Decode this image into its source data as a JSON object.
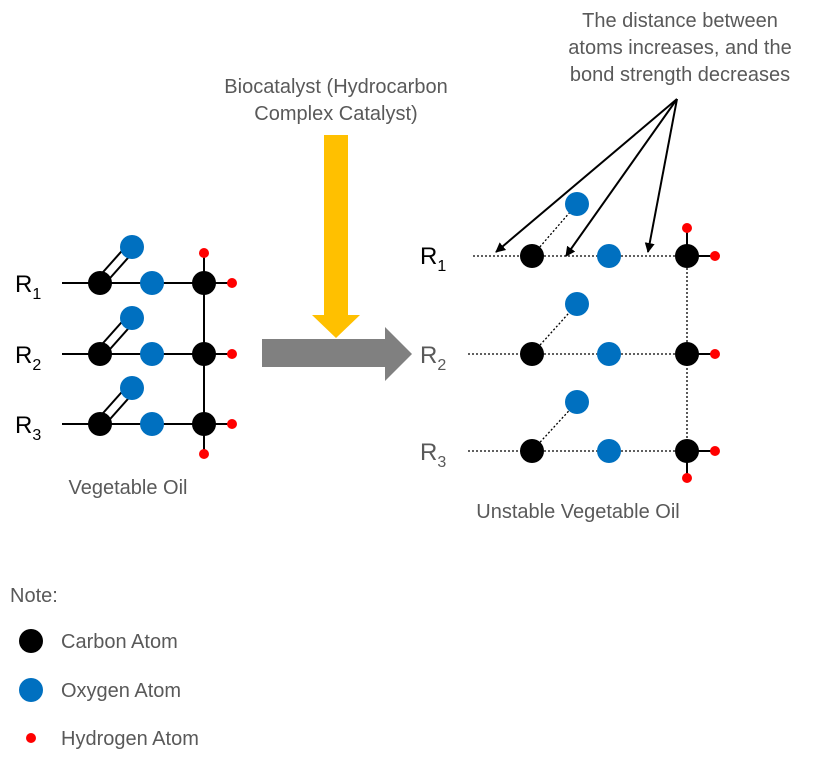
{
  "catalyst": {
    "line1": "Biocatalyst (Hydrocarbon",
    "line2": "Complex Catalyst)",
    "arrow_color": "#FFC000"
  },
  "annotation": {
    "line1": "The distance between",
    "line2": "atoms increases, and the",
    "line3": "bond strength decreases"
  },
  "reaction_arrow_color": "#808080",
  "left_molecule": {
    "caption": "Vegetable Oil",
    "chains": [
      {
        "r": "R",
        "sub": "1"
      },
      {
        "r": "R",
        "sub": "2"
      },
      {
        "r": "R",
        "sub": "3"
      }
    ]
  },
  "right_molecule": {
    "caption": "Unstable Vegetable Oil",
    "chains": [
      {
        "r": "R",
        "sub": "1"
      },
      {
        "r": "R",
        "sub": "2"
      },
      {
        "r": "R",
        "sub": "3"
      }
    ]
  },
  "legend": {
    "title": "Note:",
    "items": [
      {
        "label": "Carbon Atom",
        "color": "#000000",
        "icon": "carbon-atom-icon"
      },
      {
        "label": "Oxygen Atom",
        "color": "#0070C0",
        "icon": "oxygen-atom-icon"
      },
      {
        "label": "Hydrogen Atom",
        "color": "#FF0000",
        "icon": "hydrogen-atom-icon"
      }
    ]
  }
}
